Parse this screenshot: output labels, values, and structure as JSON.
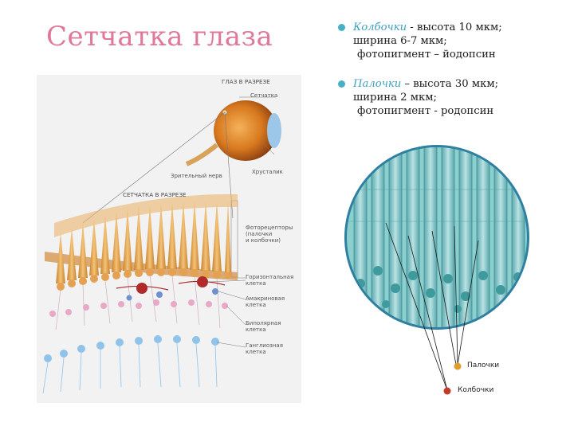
{
  "slide": {
    "title": "Сетчатка глаза",
    "bullets": [
      {
        "term": "Колбочки",
        "line1_rest": " - высота 10 мкм;",
        "line2": "ширина 6-7 мкм;",
        "line3": "фотопигмент – йодопсин"
      },
      {
        "term": "Палочки",
        "line1_rest": " – высота 30 мкм;",
        "line2": "ширина 2 мкм;",
        "line3": "фотопигмент - родопсин"
      }
    ],
    "accent_colors": {
      "title": "#e0789a",
      "term": "#3c9fbe",
      "bullet": "#46b0c4"
    }
  },
  "left_figure": {
    "labels": {
      "eye_section": "ГЛАЗ В РАЗРЕЗЕ",
      "retina": "Сетчатка",
      "lens": "Хрусталик",
      "optic_nerve": "Зрительный нерв",
      "retina_section": "СЕТЧАТКА В РАЗРЕЗЕ",
      "photoreceptors_1": "Фоторецепторы",
      "photoreceptors_2": "(палочки",
      "photoreceptors_3": "и колбочки)",
      "horizontal_1": "Горизонтальная",
      "horizontal_2": "клетка",
      "amacrine_1": "Амакриновая",
      "amacrine_2": "клетка",
      "bipolar_1": "Биполярная",
      "bipolar_2": "клетка",
      "ganglion_1": "Ганглиозная",
      "ganglion_2": "клетка"
    }
  },
  "right_figure": {
    "labels": {
      "rods": "Палочки",
      "cones": "Колбочки"
    }
  }
}
